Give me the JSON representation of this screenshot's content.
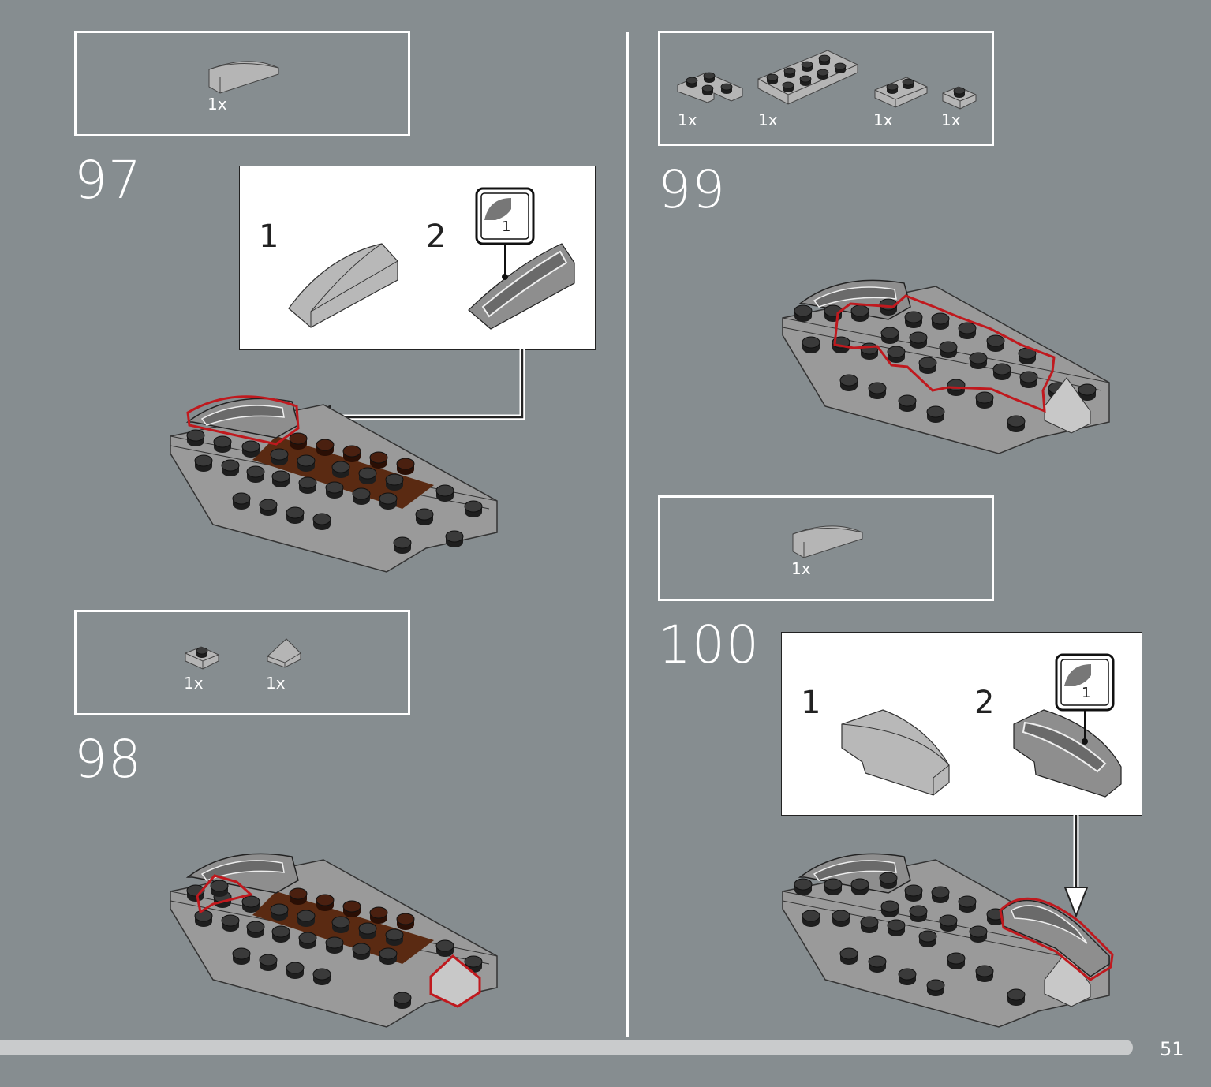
{
  "page": {
    "number": "51"
  },
  "colors": {
    "background": "#868d90",
    "highlight": "#c0191e",
    "brick_gray": "#a8a8a8",
    "stud_dark": "#3a3a3a",
    "brown": "#5a2a12"
  },
  "steps": [
    {
      "number": "97",
      "parts": [
        {
          "name": "curved-slope-icon",
          "qty": "1x"
        }
      ],
      "callout": {
        "sub_steps": [
          "1",
          "2"
        ],
        "sticker": "1"
      }
    },
    {
      "number": "98",
      "parts": [
        {
          "name": "plate-1x1-icon",
          "qty": "1x"
        },
        {
          "name": "slope-1x1-icon",
          "qty": "1x"
        }
      ]
    },
    {
      "number": "99",
      "parts": [
        {
          "name": "plate-corner-icon",
          "qty": "1x"
        },
        {
          "name": "plate-2x4-icon",
          "qty": "1x"
        },
        {
          "name": "plate-1x2-icon",
          "qty": "1x"
        },
        {
          "name": "plate-1x1-icon",
          "qty": "1x"
        }
      ]
    },
    {
      "number": "100",
      "parts": [
        {
          "name": "curved-slope-icon",
          "qty": "1x"
        }
      ],
      "callout": {
        "sub_steps": [
          "1",
          "2"
        ],
        "sticker": "1"
      }
    }
  ]
}
